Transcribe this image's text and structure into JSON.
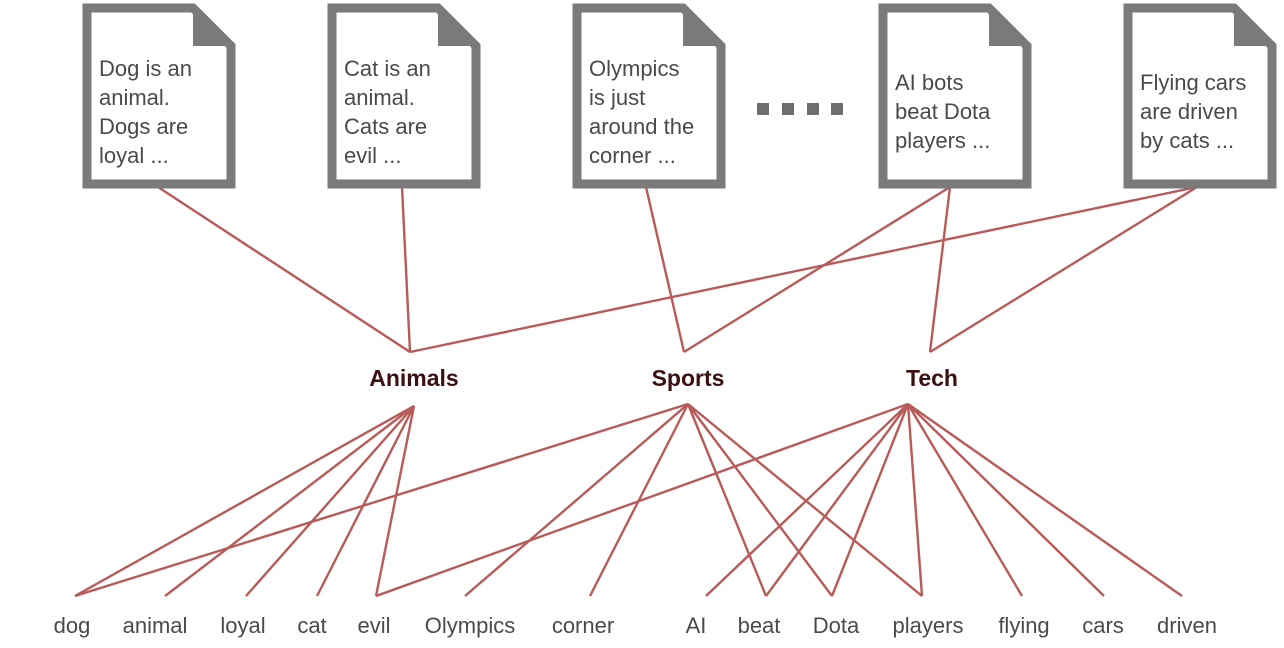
{
  "colors": {
    "edge": "#b85a58",
    "doc_border": "#7a7a7a",
    "doc_text": "#4a4a4a",
    "topic_text": "#3a1010",
    "word_text": "#4a4a4a"
  },
  "documents": [
    {
      "id": "doc1",
      "lines": [
        "Dog is an",
        "animal.",
        "Dogs are",
        "loyal ..."
      ]
    },
    {
      "id": "doc2",
      "lines": [
        "Cat is an",
        "animal.",
        "Cats are",
        "evil ..."
      ]
    },
    {
      "id": "doc3",
      "lines": [
        "Olympics",
        "is just",
        "around the",
        "corner ..."
      ]
    },
    {
      "id": "doc4",
      "lines": [
        "AI bots",
        "beat Dota",
        "players ..."
      ]
    },
    {
      "id": "doc5",
      "lines": [
        "Flying cars",
        "are driven",
        "by cats ..."
      ]
    }
  ],
  "ellipsis_icon": "more-documents-ellipsis",
  "topics": [
    {
      "id": "animals",
      "label": "Animals"
    },
    {
      "id": "sports",
      "label": "Sports"
    },
    {
      "id": "tech",
      "label": "Tech"
    }
  ],
  "words": [
    {
      "id": "dog",
      "label": "dog"
    },
    {
      "id": "animal",
      "label": "animal"
    },
    {
      "id": "loyal",
      "label": "loyal"
    },
    {
      "id": "cat",
      "label": "cat"
    },
    {
      "id": "evil",
      "label": "evil"
    },
    {
      "id": "olympics",
      "label": "Olympics"
    },
    {
      "id": "corner",
      "label": "corner"
    },
    {
      "id": "ai",
      "label": "AI"
    },
    {
      "id": "beat",
      "label": "beat"
    },
    {
      "id": "dota",
      "label": "Dota"
    },
    {
      "id": "players",
      "label": "players"
    },
    {
      "id": "flying",
      "label": "flying"
    },
    {
      "id": "cars",
      "label": "cars"
    },
    {
      "id": "driven",
      "label": "driven"
    }
  ],
  "doc_topic_edges": [
    [
      "doc1",
      "animals"
    ],
    [
      "doc2",
      "animals"
    ],
    [
      "doc5",
      "animals"
    ],
    [
      "doc3",
      "sports"
    ],
    [
      "doc4",
      "sports"
    ],
    [
      "doc4",
      "tech"
    ],
    [
      "doc5",
      "tech"
    ]
  ],
  "topic_word_edges": [
    [
      "animals",
      "dog"
    ],
    [
      "animals",
      "animal"
    ],
    [
      "animals",
      "loyal"
    ],
    [
      "animals",
      "cat"
    ],
    [
      "animals",
      "evil"
    ],
    [
      "sports",
      "dog"
    ],
    [
      "sports",
      "olympics"
    ],
    [
      "sports",
      "corner"
    ],
    [
      "sports",
      "beat"
    ],
    [
      "sports",
      "dota"
    ],
    [
      "sports",
      "players"
    ],
    [
      "tech",
      "evil"
    ],
    [
      "tech",
      "ai"
    ],
    [
      "tech",
      "beat"
    ],
    [
      "tech",
      "dota"
    ],
    [
      "tech",
      "players"
    ],
    [
      "tech",
      "flying"
    ],
    [
      "tech",
      "cars"
    ],
    [
      "tech",
      "driven"
    ]
  ]
}
